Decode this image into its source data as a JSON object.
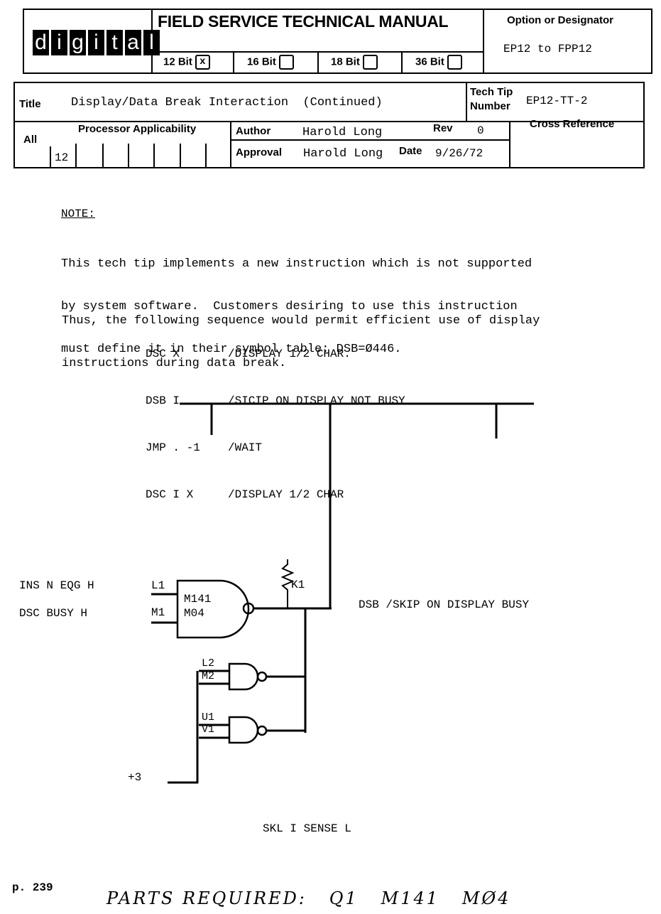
{
  "header": {
    "logo_letters": [
      "d",
      "i",
      "g",
      "i",
      "t",
      "a",
      "l"
    ],
    "manual_title": "FIELD SERVICE TECHNICAL MANUAL",
    "bits": [
      {
        "label": "12 Bit",
        "checked": "x"
      },
      {
        "label": "16 Bit",
        "checked": ""
      },
      {
        "label": "18 Bit",
        "checked": ""
      },
      {
        "label": "36 Bit",
        "checked": ""
      }
    ],
    "option_label": "Option or Designator",
    "option_value": "EP12 to FPP12"
  },
  "info": {
    "title_label": "Title",
    "title_value": "Display/Data Break Interaction  (Continued)",
    "techtip_label_1": "Tech Tip",
    "techtip_label_2": "Number",
    "techtip_value": "EP12-TT-2",
    "all_label": "All",
    "processor_label": "Processor Applicability",
    "processor_first": "12",
    "author_label": "Author",
    "author_value": "Harold Long",
    "rev_label": "Rev",
    "rev_value": "0",
    "approval_label": "Approval",
    "approval_value": "Harold Long",
    "date_label": "Date",
    "date_value": "9/26/72",
    "crossref_label": "Cross Reference"
  },
  "body": {
    "note_heading": "NOTE:",
    "note_lines": [
      "This tech tip implements a new instruction which is not supported",
      "by system software.  Customers desiring to use this instruction",
      "must define it in their symbol table: DSB=Ø446."
    ],
    "thus_lines": [
      "Thus, the following sequence would permit efficient use of display",
      "instructions during data break."
    ],
    "code": [
      {
        "instr": "DSC X",
        "comment": "/DISPLAY 1/2 CHAR."
      },
      {
        "instr": "DSB I",
        "comment": "/SICIP ON DISPLAY NOT BUSY"
      },
      {
        "instr": "JMP . -1",
        "comment": "/WAIT"
      },
      {
        "instr": "DSC I X",
        "comment": "/DISPLAY 1/2 CHAR"
      }
    ]
  },
  "diagram": {
    "input_1": "INS N EQG H",
    "input_2": "DSC BUSY H",
    "pin_l1": "L1",
    "pin_m1": "M1",
    "gate_1_line1": "M141",
    "gate_1_line2": "M04",
    "resistor": "K1",
    "output_label": "DSB /SKIP ON DISPLAY BUSY",
    "pin_l2": "L2",
    "pin_m2": "M2",
    "pin_u1": "U1",
    "pin_v1": "V1",
    "supply": "+3",
    "sense": "SKL I SENSE L"
  },
  "footer": {
    "page": "p. 239",
    "parts": "PARTS REQUIRED:   Q1   M141   MØ4"
  }
}
